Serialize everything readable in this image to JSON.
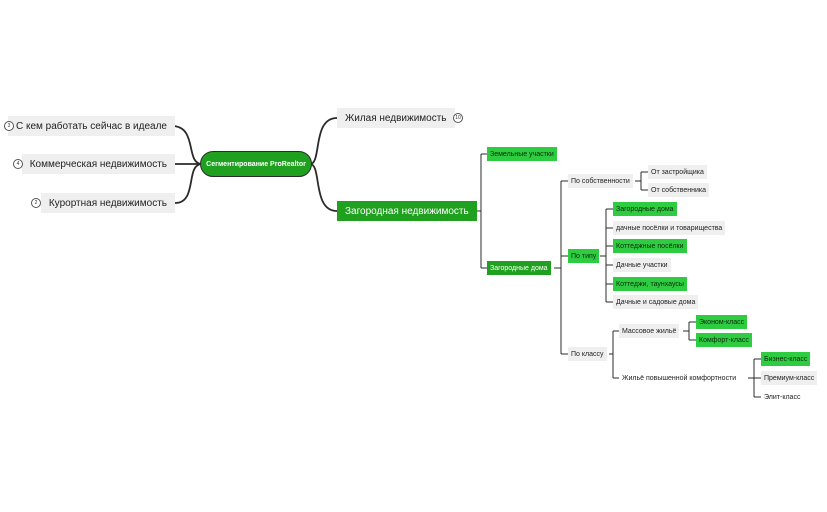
{
  "mindmap": {
    "root": "Сегментирование ProRealtor",
    "left": [
      {
        "label": "С кем работать сейчас в идеале",
        "count": "3"
      },
      {
        "label": "Коммерческая недвижимость",
        "count": "4"
      },
      {
        "label": "Курортная недвижимость",
        "count": "2"
      }
    ],
    "residential": {
      "label": "Жилая недвижимость",
      "count": "10"
    },
    "country": {
      "label": "Загородная недвижимость",
      "land": "Земельные участки",
      "houses": "Загородные дома",
      "by_ownership": {
        "label": "По собственности",
        "items": [
          "От застройщика",
          "От собственника"
        ]
      },
      "by_type": {
        "label": "По типу",
        "items": [
          "Загородные дома",
          "дачные посёлки и товарищества",
          "Коттеджные посёлки",
          "Дачные участки",
          "Коттеджи, таунхаусы",
          "Дачные и садовые дома"
        ]
      },
      "by_class": {
        "label": "По классу",
        "mass": {
          "label": "Массовое жильё",
          "items": [
            "Эконом-класс",
            "Комфорт-класс"
          ]
        },
        "premium": {
          "label": "Жильё повышенной комфортности",
          "items": [
            "Бизнес-класс",
            "Премиум-класс",
            "Элит-класс"
          ]
        }
      }
    }
  },
  "colors": {
    "green": "#1fa01f",
    "bright_green": "#2ecc40",
    "chip_gray": "#efefef",
    "line": "#2b2b2b"
  }
}
